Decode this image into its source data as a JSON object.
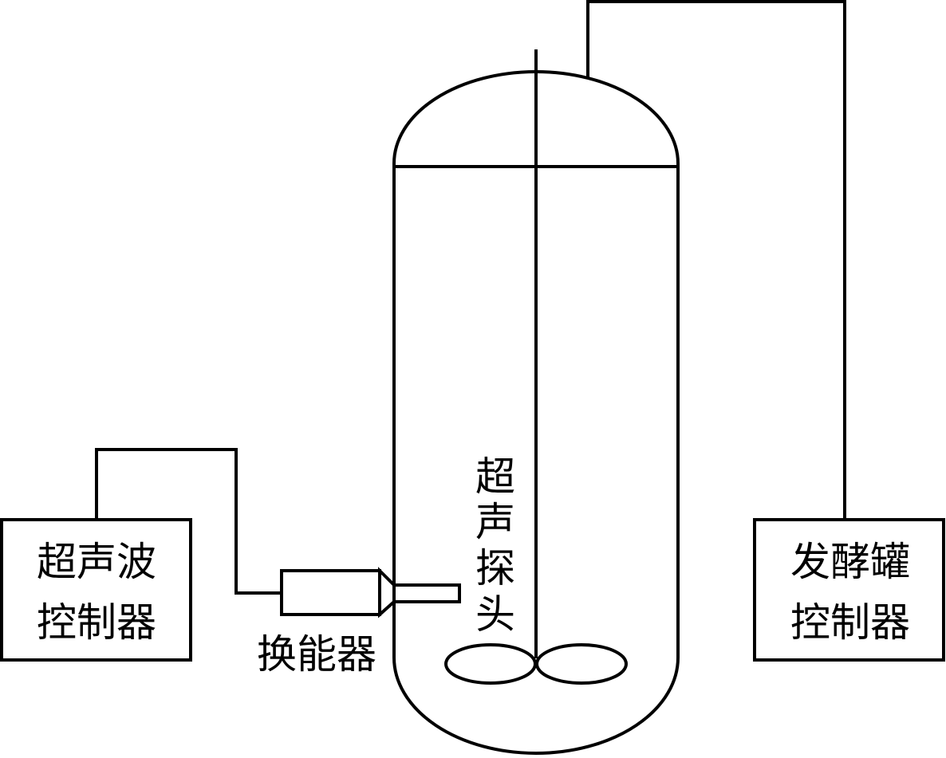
{
  "ultrasonic_controller": {
    "line1": "超声波",
    "line2": "控制器"
  },
  "fermenter_controller": {
    "line1": "发酵罐",
    "line2": "控制器"
  },
  "transducer": {
    "label": "换能器"
  },
  "ultrasonic_probe": {
    "chars": [
      "超",
      "声",
      "探",
      "头"
    ]
  }
}
